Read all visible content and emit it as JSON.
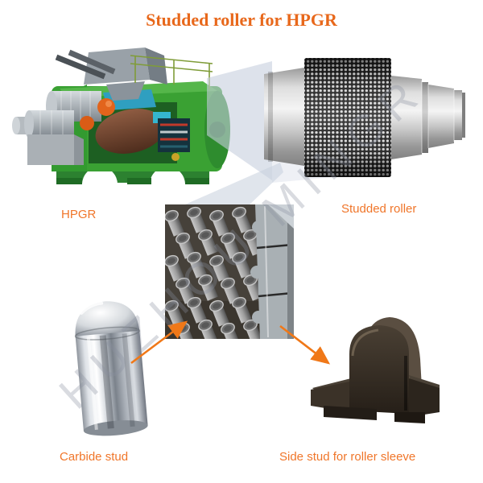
{
  "title": "Studded roller for HPGR",
  "labels": {
    "hpgr": "HPGR",
    "studded_roller": "Studded roller",
    "carbide_stud": "Carbide stud",
    "side_stud": "Side stud for roller sleeve"
  },
  "watermark": "HUZHOU MINGR",
  "colors": {
    "title_orange": "#E8681B",
    "label_orange": "#F0762A",
    "arrow_orange": "#F07818",
    "callout_beam": "#C6CFDD",
    "machine_green": "#3AA133",
    "coupling_orange": "#E2641C",
    "roller_brown": "#7A4A35",
    "watermark_gray": "#8A909E"
  }
}
